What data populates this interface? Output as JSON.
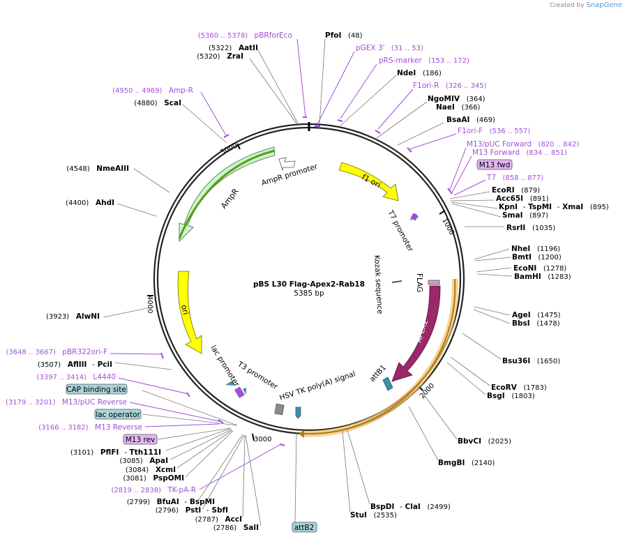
{
  "brand": {
    "prefix": "Created by",
    "name": "SnapGene"
  },
  "plasmid": {
    "name": "pBS L30 Flag-Apex2-Rab18",
    "size": "5385 bp"
  },
  "ticks": [
    "1000",
    "2000",
    "3000",
    "4000",
    "5000"
  ],
  "enzymes": [
    {
      "name": "PfoI",
      "pos": "(48)"
    },
    {
      "name": "NdeI",
      "pos": "(186)"
    },
    {
      "name": "NgoMIV",
      "pos": "(364)"
    },
    {
      "name": "NaeI",
      "pos": "(366)"
    },
    {
      "name": "BsaAI",
      "pos": "(469)"
    },
    {
      "name": "EcoRI",
      "pos": "(879)"
    },
    {
      "name": "Acc65I",
      "pos": "(891)"
    },
    {
      "name": "KpnI",
      "sep": "-",
      "name2": "TspMI",
      "sep2": "-",
      "name3": "XmaI",
      "pos": "(895)"
    },
    {
      "name": "SmaI",
      "pos": "(897)"
    },
    {
      "name": "RsrII",
      "pos": "(1035)"
    },
    {
      "name": "NheI",
      "pos": "(1196)"
    },
    {
      "name": "BmtI",
      "pos": "(1200)"
    },
    {
      "name": "EcoNI",
      "pos": "(1278)"
    },
    {
      "name": "BamHI",
      "pos": "(1283)"
    },
    {
      "name": "AgeI",
      "pos": "(1475)"
    },
    {
      "name": "BbsI",
      "pos": "(1478)"
    },
    {
      "name": "Bsu36I",
      "pos": "(1650)"
    },
    {
      "name": "EcoRV",
      "pos": "(1783)"
    },
    {
      "name": "BsgI",
      "pos": "(1803)"
    },
    {
      "name": "BbvCI",
      "pos": "(2025)"
    },
    {
      "name": "BmgBI",
      "pos": "(2140)"
    },
    {
      "name": "BspDI",
      "sep": "-",
      "name2": "ClaI",
      "pos": "(2499)"
    },
    {
      "name": "StuI",
      "pos": "(2535)"
    },
    {
      "name": "SalI",
      "pos": "(2786)"
    },
    {
      "name": "AccI",
      "pos": "(2787)"
    },
    {
      "name": "PstI",
      "sep": "-",
      "name2": "SbfI",
      "pos": "(2796)"
    },
    {
      "name": "BfuAI",
      "sep": "-",
      "name2": "BspMI",
      "pos": "(2799)"
    },
    {
      "name": "PspOMI",
      "pos": "(3081)"
    },
    {
      "name": "XcmI",
      "pos": "(3084)"
    },
    {
      "name": "ApaI",
      "pos": "(3085)"
    },
    {
      "name": "PflFI",
      "sep": "-",
      "name2": "Tth111I",
      "pos": "(3101)"
    },
    {
      "name": "AflIII",
      "sep": "-",
      "name2": "PciI",
      "pos": "(3507)"
    },
    {
      "name": "AlwNI",
      "pos": "(3923)"
    },
    {
      "name": "AhdI",
      "pos": "(4400)"
    },
    {
      "name": "NmeAIII",
      "pos": "(4548)"
    },
    {
      "name": "ScaI",
      "pos": "(4880)"
    },
    {
      "name": "ZraI",
      "pos": "(5320)"
    },
    {
      "name": "AatII",
      "pos": "(5322)"
    }
  ],
  "primers": [
    {
      "range": "(5360 .. 5378)",
      "name": "pBRforEco"
    },
    {
      "name": "pGEX 3'",
      "range": "(31 .. 53)"
    },
    {
      "name": "pRS-marker",
      "range": "(153 .. 172)"
    },
    {
      "name": "F1ori-R",
      "range": "(326 .. 345)"
    },
    {
      "name": "F1ori-F",
      "range": "(536 .. 557)"
    },
    {
      "name": "M13/pUC Forward",
      "range": "(820 .. 842)"
    },
    {
      "name": "M13 Forward",
      "range": "(834 .. 851)"
    },
    {
      "name": "T7",
      "range": "(858 .. 877)"
    },
    {
      "range": "(4950 .. 4969)",
      "name": "Amp-R"
    },
    {
      "range": "(3648 .. 3667)",
      "name": "pBR322ori-F"
    },
    {
      "range": "(3397 .. 3414)",
      "name": "L4440"
    },
    {
      "range": "(3179 .. 3201)",
      "name": "M13/pUC Reverse"
    },
    {
      "range": "(3166 .. 3182)",
      "name": "M13 Reverse"
    },
    {
      "range": "(2819 .. 2838)",
      "name": "TK-pA-R"
    }
  ],
  "boxed_labels": {
    "m13fwd": "M13 fwd",
    "cap": "CAP binding site",
    "lacop": "lac operator",
    "m13rev": "M13 rev",
    "attb2": "attB2"
  },
  "features": {
    "f1ori": "f1 ori",
    "t7promoter": "T7 promoter",
    "kozak": "Kozak sequence",
    "flag": "FLAG",
    "apex2": "APEX2",
    "attb1": "attB1",
    "hsvtk": "HSV TK poly(A) signal",
    "t3promoter": "T3 promoter",
    "lacpromoter": "lac promoter",
    "ori": "ori",
    "ampr": "AmpR",
    "amprpromoter": "AmpR promoter"
  },
  "colors": {
    "backbone": "#222222",
    "primer": "#a14fd6",
    "f1ori": "#ffff00",
    "ampr": "#ccf5cc",
    "apex2": "#9b2868",
    "orf_highlight": "#f5c26b",
    "boxed_blue": "#a8d4dc",
    "boxed_purple": "#e3b6f4"
  }
}
